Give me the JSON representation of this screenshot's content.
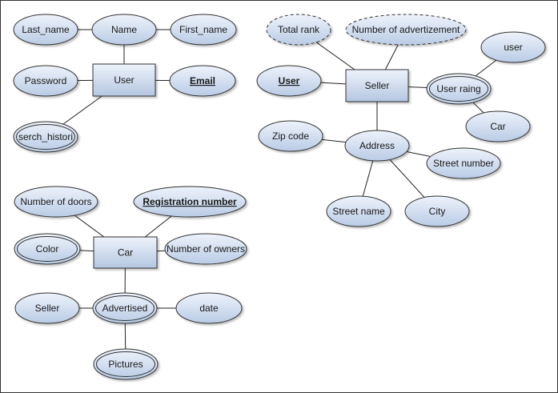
{
  "diagram": {
    "type": "er-diagram",
    "colors": {
      "fill_light": "#e3ecf8",
      "fill_dark": "#b7c8e2",
      "stroke": "#333333",
      "frame": "#333333"
    },
    "entities": [
      {
        "id": "e_user",
        "label": "User"
      },
      {
        "id": "e_seller",
        "label": "Seller"
      },
      {
        "id": "e_car",
        "label": "Car"
      }
    ],
    "attributes": [
      {
        "id": "a_lastname",
        "label": "Last_name",
        "kind": "simple"
      },
      {
        "id": "a_name",
        "label": "Name",
        "kind": "simple"
      },
      {
        "id": "a_firstname",
        "label": "First_name",
        "kind": "simple"
      },
      {
        "id": "a_password",
        "label": "Password",
        "kind": "simple"
      },
      {
        "id": "a_email",
        "label": "Email",
        "kind": "key"
      },
      {
        "id": "a_search",
        "label": "serch_histori",
        "kind": "multivalued"
      },
      {
        "id": "a_totalrank",
        "label": "Total rank",
        "kind": "derived"
      },
      {
        "id": "a_numads",
        "label": "Number of advertizement",
        "kind": "derived"
      },
      {
        "id": "a_userkey",
        "label": "User",
        "kind": "key"
      },
      {
        "id": "a_userrating",
        "label": "User raing",
        "kind": "multivalued"
      },
      {
        "id": "a_user2",
        "label": "user",
        "kind": "simple"
      },
      {
        "id": "a_car2",
        "label": "Car",
        "kind": "simple"
      },
      {
        "id": "a_address",
        "label": "Address",
        "kind": "simple"
      },
      {
        "id": "a_zip",
        "label": "Zip code",
        "kind": "simple"
      },
      {
        "id": "a_streetnum",
        "label": "Street number",
        "kind": "simple"
      },
      {
        "id": "a_streetname",
        "label": "Street name",
        "kind": "simple"
      },
      {
        "id": "a_city",
        "label": "City",
        "kind": "simple"
      },
      {
        "id": "a_doors",
        "label": "Number of doors",
        "kind": "simple"
      },
      {
        "id": "a_regnum",
        "label": "Registration number",
        "kind": "key"
      },
      {
        "id": "a_color",
        "label": "Color",
        "kind": "multivalued"
      },
      {
        "id": "a_owners",
        "label": "Number of owners",
        "kind": "simple"
      },
      {
        "id": "a_seller2",
        "label": "Seller",
        "kind": "simple"
      },
      {
        "id": "a_advertised",
        "label": "Advertised",
        "kind": "multivalued"
      },
      {
        "id": "a_date",
        "label": "date",
        "kind": "simple"
      },
      {
        "id": "a_pictures",
        "label": "Pictures",
        "kind": "multivalued"
      }
    ],
    "relations": [
      [
        "a_name",
        "a_lastname"
      ],
      [
        "a_name",
        "a_firstname"
      ],
      [
        "a_name",
        "e_user"
      ],
      [
        "a_password",
        "e_user"
      ],
      [
        "a_email",
        "e_user"
      ],
      [
        "a_search",
        "e_user"
      ],
      [
        "a_totalrank",
        "e_seller"
      ],
      [
        "a_numads",
        "e_seller"
      ],
      [
        "a_userkey",
        "e_seller"
      ],
      [
        "a_userrating",
        "e_seller"
      ],
      [
        "a_userrating",
        "a_user2"
      ],
      [
        "a_userrating",
        "a_car2"
      ],
      [
        "a_address",
        "e_seller"
      ],
      [
        "a_address",
        "a_zip"
      ],
      [
        "a_address",
        "a_streetnum"
      ],
      [
        "a_address",
        "a_streetname"
      ],
      [
        "a_address",
        "a_city"
      ],
      [
        "a_doors",
        "e_car"
      ],
      [
        "a_regnum",
        "e_car"
      ],
      [
        "a_color",
        "e_car"
      ],
      [
        "a_owners",
        "e_car"
      ],
      [
        "a_advertised",
        "e_car"
      ],
      [
        "a_advertised",
        "a_seller2"
      ],
      [
        "a_advertised",
        "a_date"
      ],
      [
        "a_advertised",
        "a_pictures"
      ]
    ]
  }
}
